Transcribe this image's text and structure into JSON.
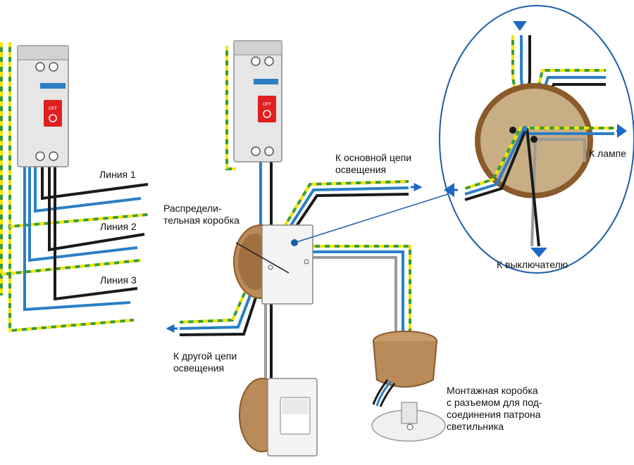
{
  "labels": {
    "line1": "Линия 1",
    "line2": "Линия 2",
    "line3": "Линия 3",
    "main_circuit": "К основной цепи\nосвещения",
    "junction_box": "Распредели-\nтельная коробка",
    "other_circuit": "К другой цепи\nосвещения",
    "to_lamp": "К лампе",
    "to_switch": "К выключателю",
    "mounting_box": "Монтажная коробка\nс разъемом для под-\nсоединения патрона\nсветильника"
  },
  "breaker_text": "OFF",
  "colors": {
    "phase": "#1a1a1a",
    "neutral": "#2b7fc4",
    "ground_a": "#3a9a3a",
    "ground_b": "#f2e600",
    "switch_wire": "#9a9a9a",
    "box_wood": "#b98a5a",
    "box_dark": "#8a5a2a",
    "zoom_ring": "#1e5fa8",
    "arrow": "#1e6ac8",
    "breaker_red": "#e02020"
  }
}
